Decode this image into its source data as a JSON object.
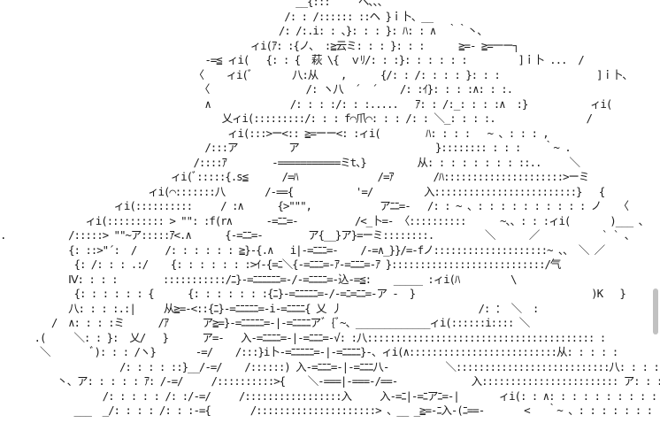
{
  "art": {
    "lines": [
      "                                                    __{:::     へ、、、",
      "                                                  /: : /:::::: ::ヘ }ｉ卜、__",
      "                                                 /: /:.i: : 、}: : : }: ﾊ: : ∧  ｀｀丶、",
      "                                            ィi(ｱ: :{ノ、 :≧云ミ: : : }: : :      ≧=- ≧=一ー┐",
      "                                    -=≦ ィi(   {: : {  萩 \\{  ｖﾘ/: : :}: : : : : :         ]ｉ卜 ...  /",
      "                                  〈    ィi(ﾞ       八:从    ,      {/: : /: : : : }: : :                 ]ｉ卜、",
      "                                   〈                 /: ヽ八  ´  ´    /: :ｲ}: : : :∧: : :.",
      "                                    ∧              /: : : :/: : :.....   ｱ: : /:_: : : :∧  :}           ィi(",
      "                                       乂ィi(:::::::::/: : : f⌒爪⌒: : : /: : ＼_: : : :.                /",
      "                                        ィi(:::>ー<:: ≧=ーー<: :ィi(        ﾊ: : : :   ~ 、: : : ,",
      "                                    /:::ア         ア                        }:::::::: : : :    ｀~ .",
      "                                  /::::ｱ        -===========ミt、}         从: : : : : : : : ::..     ＼",
      "                              ィi(ﾞ:::::{.s≦      /=ﾊ              /=ｱ       /ﾊ:::::::::::::::::::::>ーミ",
      "                          ィi(⌒:::::::八       /-=={           '=/         入:::::::::::::::::::::::::}   {",
      "                    ィi(::::::::::     / :∧      {>\"\"\",            アﾆﾆ=-   /: : ~ 、: : : : : : : : : : ノ   〈",
      "               ィi(:::::::::: > \"\": :f(r∧      -=ﾆﾆ=-          /<_卜=- 〈::::::::::      ~、、: : :ィi(       )___ 、",
      ".           /:::::> \"\"~ア:::::ｱ<.∧      {-=ﾆﾆ=-        ア{__}ア}=ーミ::::::::.         ＼      ／           ` ` 、",
      "            {: ::>\"´:  /     /: : : : : : ≧}-{.∧   i|-=ﾆﾆﾆ=-    /-=∧_}}/=-fノ::::::::::::::::::::~ 、、 ＼ ／",
      "             {: /: : : .:/    {: : : : : : :>ｲ-{=ﾆ＼{-=ﾆﾆﾆ=-ｱ-=ﾆﾆﾆ=-ｱ }:::::::::::::::::::::::::::/气",
      "            Ⅳ: : : :        :::::::::::/ﾆ}-=ﾆﾆﾆﾆﾆﾆ=-/-=ﾆﾆﾆﾆ=-込-=≦:    _____ :ィi(ﾊ         \\",
      "             {: : : : : : {      {: : : : : : :{ﾆ}-=ﾆﾆﾆﾆﾆ=-/-=ﾆ=ﾆﾆ=-ア -  }                               )K   }",
      "            八: : : :.:|     从≧=-<::{ﾆ}-=ﾆﾆﾆﾆﾆ=-i-=ﾆﾆﾆﾆ{ 乂 丿                        /: ： ＼  :",
      "         /  ∧: : : :ミ      /ｱ      ア≧=}-=ﾆﾆﾆﾆﾆ=-|-=ﾆﾆﾆﾆアﾞ {ﾞ~、_____________ィi(::::::i:::: ＼",
      "      .(     ＼: : }:  乂/   }      ア=-   入-=ﾆﾆﾆﾆ=-|-=ﾆﾆﾆ=-√: :八:::::::::::::::::::::::::::::::::::::::: :",
      "       ＼       ﾞ): : : /ヽ}       -=/    /:::}i卜-=ﾆﾆﾆﾆﾆ=-|-=ﾆﾆﾆﾆ}-、ィi(∧::::::::::::::::::::::::::从: : : : :",
      "                     /: : : : ::}__/-=/    /::::::) 入-=ﾆﾆﾆ=-|-=ﾆﾆﾆ八-          ＼:::::::::::::::::::::::::::八: : : : :",
      "          丶、ア: : : : : ｱ: /-=/     /::::::::::>{    ＼-===|-===-/==-             入:::::::::::::::::::::::: ア: : : : : : : :",
      "                  /: : : : : /: :/-=/     /:::::::::::::::::入     入-=ﾆ|-=ﾆアﾆ=-|       ィi(: : ∧: : : : : : : : : : : : : ア {: : : : :",
      "             ___  _/: : : : /: : :-={       /:::::::::::::::::::::> 、__ _≧=-ﾆ入-(ﾆ==-       <   ｀~ 、: : : : : : : : : : : :"
    ]
  }
}
